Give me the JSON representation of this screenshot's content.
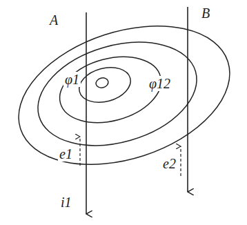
{
  "diagram": {
    "labels": [
      "A",
      "B",
      "φ1",
      "φ12",
      "e1",
      "e2",
      "i1"
    ]
  }
}
